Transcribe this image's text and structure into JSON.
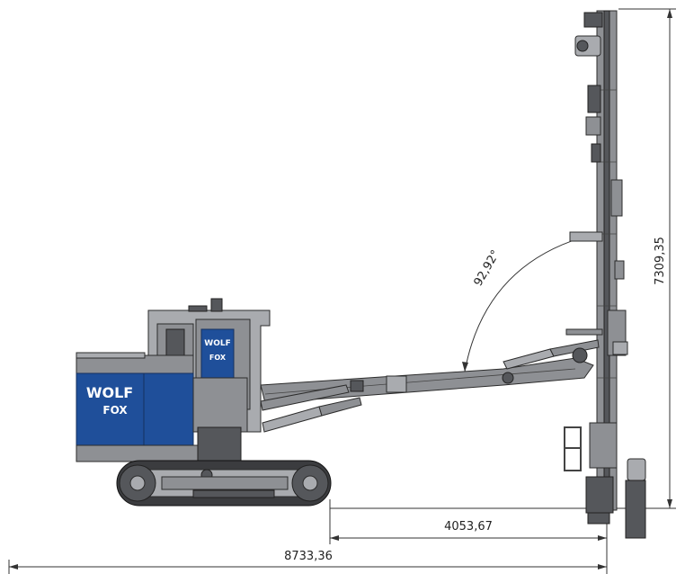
{
  "dimensions": {
    "height": "7309,35",
    "mast_offset": "4053,67",
    "overall_length": "8733,36",
    "angle": "92,92°"
  },
  "branding": {
    "panel_brand": "WOLF",
    "panel_model": "FOX",
    "cab_brand": "WOLF",
    "cab_model": "FOX"
  },
  "colors": {
    "body_blue": "#1f4f9a",
    "steel": "#8e9094",
    "track": "#3b3c3f"
  }
}
